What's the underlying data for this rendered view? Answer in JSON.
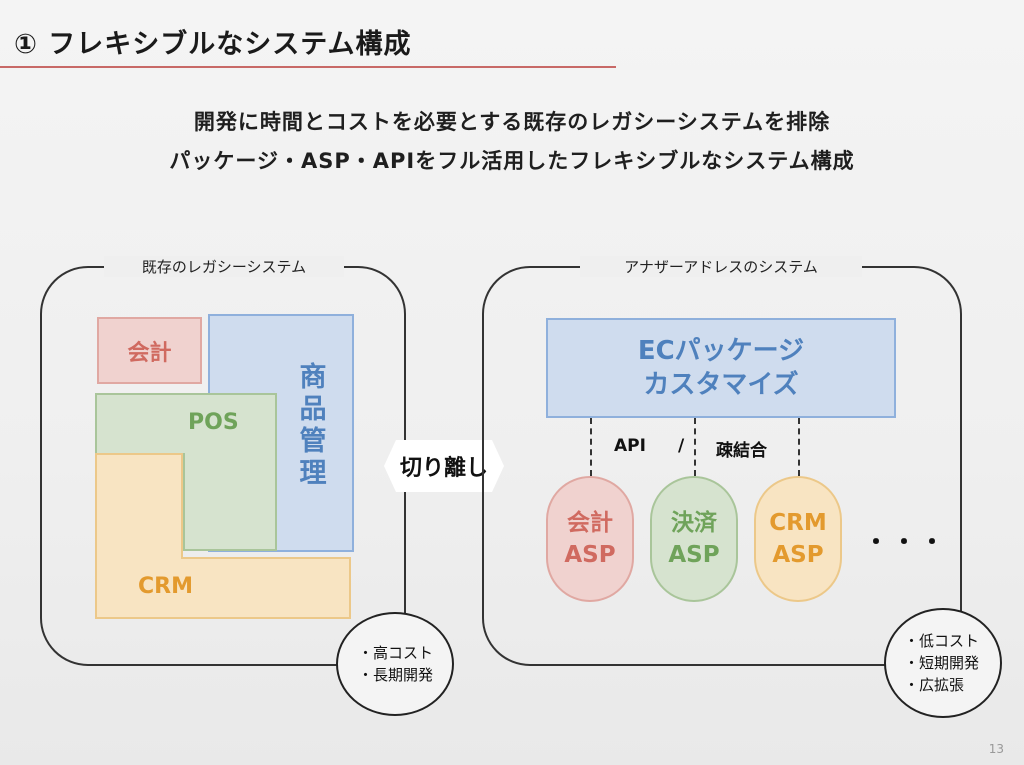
{
  "slide": {
    "title": "① フレキシブルなシステム構成",
    "subtitle_line1": "開発に時間とコストを必要とする既存のレガシーシステムを排除",
    "subtitle_line2": "パッケージ・ASP・APIをフル活用したフレキシブルなシステム構成",
    "page_number": "13"
  },
  "legacy": {
    "label": "既存のレガシーシステム",
    "blocks": {
      "kaikei": "会計",
      "shohin_kanri": [
        "商",
        "品",
        "管",
        "理"
      ],
      "pos": "POS",
      "crm": "CRM"
    },
    "notes": [
      "・高コスト",
      "・長期開発"
    ]
  },
  "connector": {
    "label": "切り離し"
  },
  "another": {
    "label": "アナザーアドレスのシステム",
    "ec_box": {
      "line1": "ECパッケージ",
      "line2": "カスタマイズ"
    },
    "api_label": "API",
    "slash": "/",
    "loose_label": "疎結合",
    "pills": [
      {
        "line1": "会計",
        "line2": "ASP"
      },
      {
        "line1": "決済",
        "line2": "ASP"
      },
      {
        "line1": "CRM",
        "line2": "ASP"
      }
    ],
    "ellipsis": "・・・",
    "notes": [
      "・低コスト",
      "・短期開発",
      "・広拡張"
    ]
  },
  "colors": {
    "title_rule": "#c0504d",
    "blue": "#4f81bd",
    "red": "#d06a60",
    "green": "#6fa35a",
    "orange": "#e39a2e"
  }
}
